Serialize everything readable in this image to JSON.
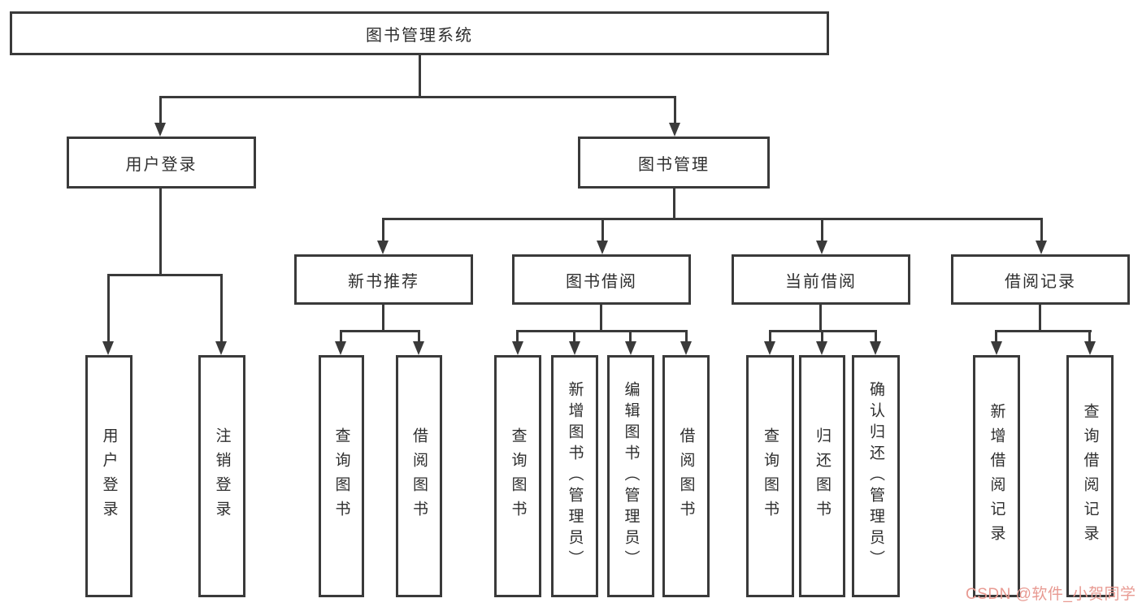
{
  "diagram": {
    "type": "hierarchy-tree",
    "tree": {
      "label": "图书管理系统",
      "children": [
        {
          "label": "用户登录",
          "children": [
            {
              "label": "用户登录"
            },
            {
              "label": "注销登录"
            }
          ]
        },
        {
          "label": "图书管理",
          "children": [
            {
              "label": "新书推荐",
              "children": [
                {
                  "label": "查询图书"
                },
                {
                  "label": "借阅图书"
                }
              ]
            },
            {
              "label": "图书借阅",
              "children": [
                {
                  "label": "查询图书"
                },
                {
                  "label": "新增图书（管理员）"
                },
                {
                  "label": "编辑图书（管理员）"
                },
                {
                  "label": "借阅图书"
                }
              ]
            },
            {
              "label": "当前借阅",
              "children": [
                {
                  "label": "查询图书"
                },
                {
                  "label": "归还图书"
                },
                {
                  "label": "确认归还（管理员）"
                }
              ]
            },
            {
              "label": "借阅记录",
              "children": [
                {
                  "label": "新增借阅记录"
                },
                {
                  "label": "查询借阅记录"
                }
              ]
            }
          ]
        }
      ]
    }
  },
  "watermark": {
    "text": "CSDN @软件_小贺同学"
  },
  "style": {
    "line_color": "#3a3a3a",
    "text_color": "#2e2e2e",
    "background": "#ffffff",
    "watermark_color": "#e89a92"
  }
}
